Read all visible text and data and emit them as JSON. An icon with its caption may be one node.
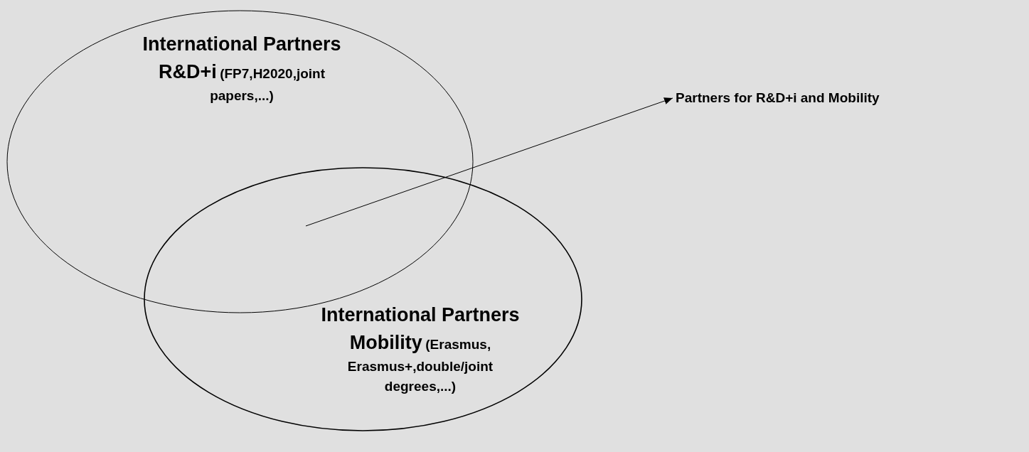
{
  "diagram": {
    "nodes": [
      {
        "text": [
          "International Partners R&D+i",
          "(FP7,H2020,joint papers,...)"
        ]
      },
      {
        "text": [
          "International Partners Mobility",
          "(Erasmus, Erasmus+,double/joint degrees,...)"
        ]
      },
      {
        "text": [
          "Partners for R&D+i and Mobility"
        ]
      }
    ],
    "edges": [
      {
        "from": 1,
        "to": 2,
        "arrow": "to"
      }
    ]
  }
}
